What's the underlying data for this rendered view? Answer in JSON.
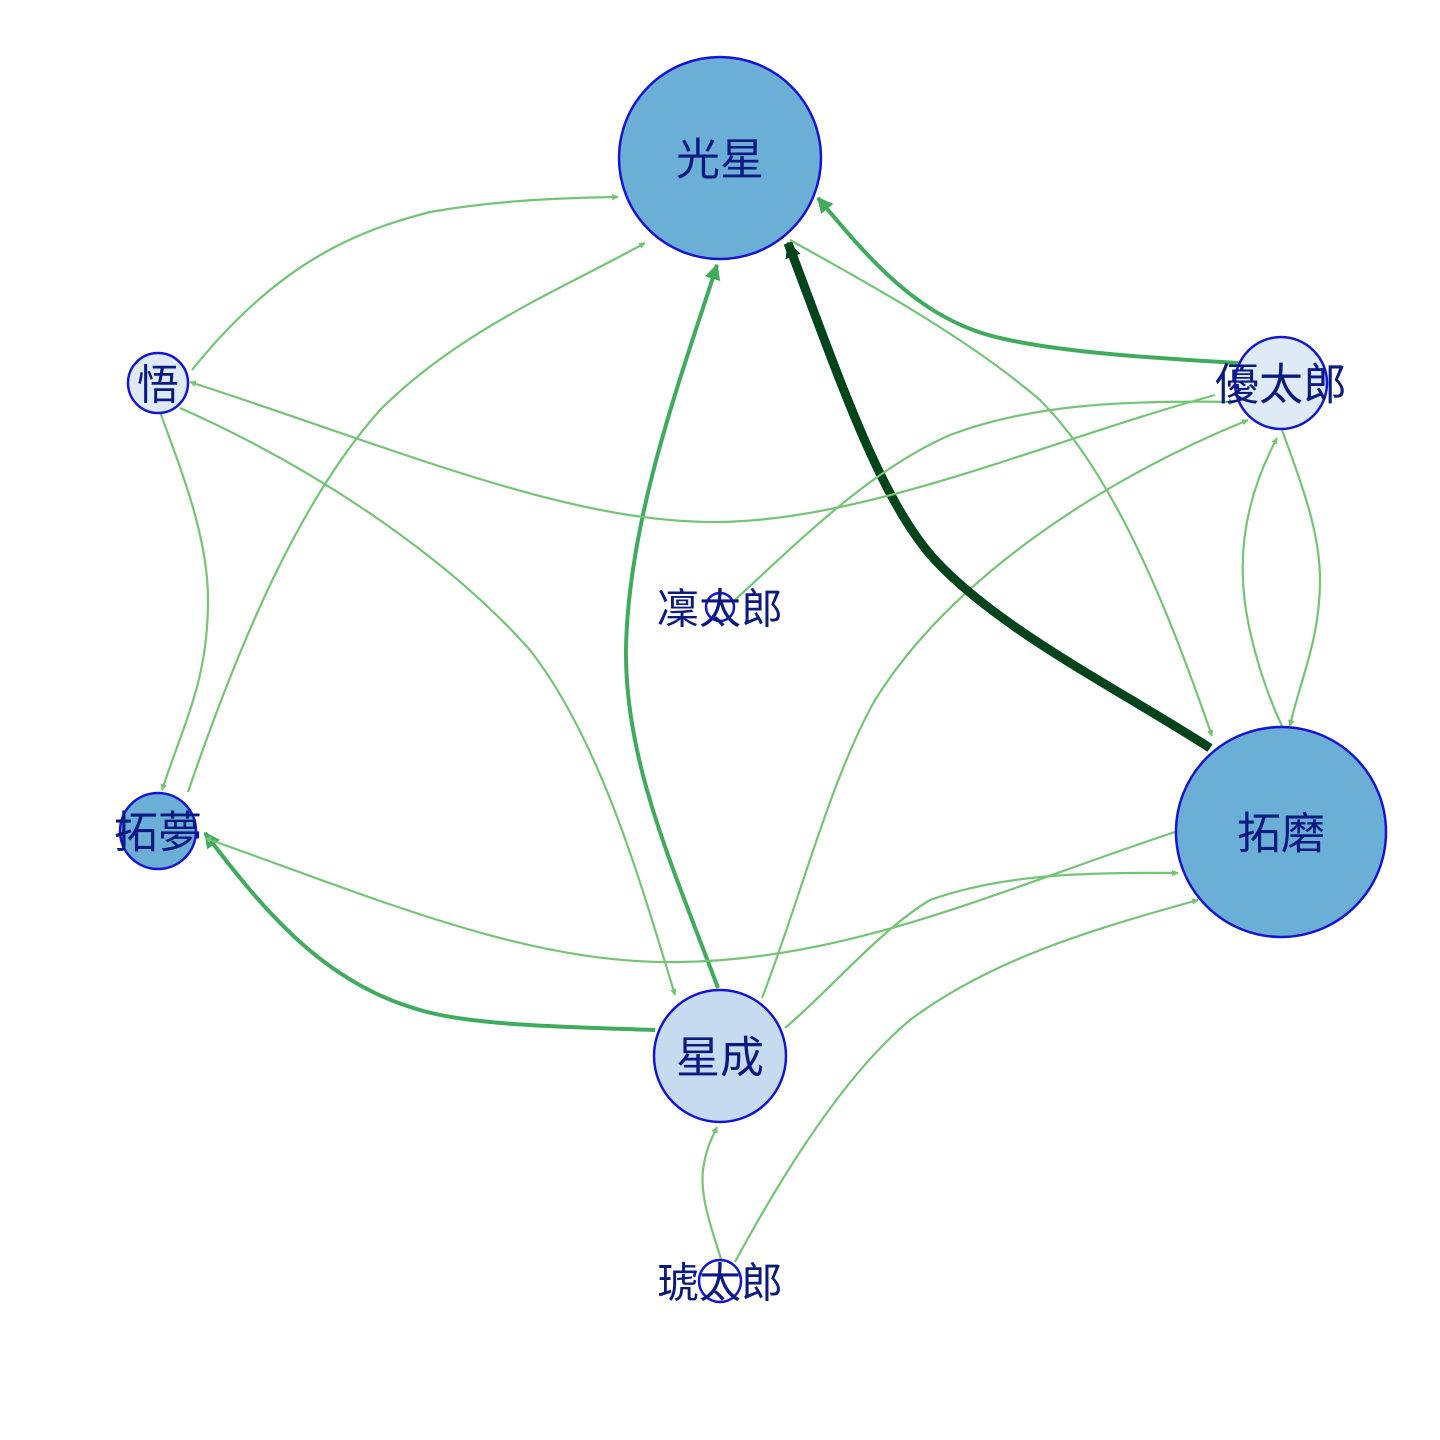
{
  "colors": {
    "node_stroke": "#1414d4",
    "label": "#0b1a80",
    "edge_light": "#74c476",
    "edge_mid": "#41ab5d",
    "edge_dark": "#00441b"
  },
  "nodes": [
    {
      "id": "n1",
      "label": "光星",
      "fill": "#6baed6"
    },
    {
      "id": "n2",
      "label": "悟",
      "fill": "#deebf7"
    },
    {
      "id": "n3",
      "label": "優太郎",
      "fill": "#deebf7"
    },
    {
      "id": "n4",
      "label": "凜太郎",
      "fill": "#ffffff"
    },
    {
      "id": "n5",
      "label": "拓夢",
      "fill": "#6baed6"
    },
    {
      "id": "n6",
      "label": "拓磨",
      "fill": "#6baed6"
    },
    {
      "id": "n7",
      "label": "星成",
      "fill": "#c6dbef"
    },
    {
      "id": "n8",
      "label": "琥太郎",
      "fill": "#ffffff"
    }
  ],
  "edges": [
    {
      "from": "悟",
      "to": "光星",
      "strength": "light"
    },
    {
      "from": "悟",
      "to": "拓夢",
      "strength": "light"
    },
    {
      "from": "悟",
      "to": "星成",
      "strength": "light"
    },
    {
      "from": "拓夢",
      "to": "光星",
      "strength": "light"
    },
    {
      "from": "星成",
      "to": "光星",
      "strength": "mid"
    },
    {
      "from": "星成",
      "to": "拓夢",
      "strength": "mid"
    },
    {
      "from": "星成",
      "to": "優太郎",
      "strength": "light"
    },
    {
      "from": "星成",
      "to": "拓磨",
      "strength": "light"
    },
    {
      "from": "拓磨",
      "to": "光星",
      "strength": "dark"
    },
    {
      "from": "拓磨",
      "to": "拓夢",
      "strength": "light"
    },
    {
      "from": "拓磨",
      "to": "優太郎",
      "strength": "light"
    },
    {
      "from": "優太郎",
      "to": "光星",
      "strength": "mid"
    },
    {
      "from": "優太郎",
      "to": "悟",
      "strength": "light"
    },
    {
      "from": "優太郎",
      "to": "拓磨",
      "strength": "light"
    },
    {
      "from": "光星",
      "to": "拓磨",
      "strength": "light"
    },
    {
      "from": "凜太郎",
      "to": "優太郎",
      "strength": "light"
    },
    {
      "from": "琥太郎",
      "to": "星成",
      "strength": "light"
    },
    {
      "from": "琥太郎",
      "to": "拓磨",
      "strength": "light"
    }
  ]
}
